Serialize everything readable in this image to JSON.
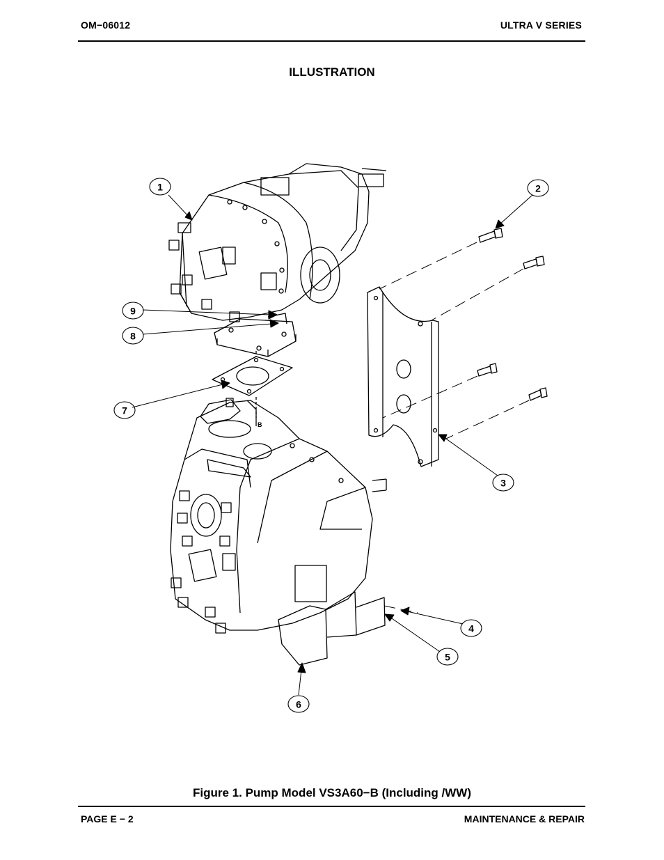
{
  "header": {
    "doc_number": "OM−06012",
    "series": "ULTRA V SERIES"
  },
  "section_title": "ILLUSTRATION",
  "callouts": [
    "1",
    "2",
    "3",
    "4",
    "5",
    "6",
    "7",
    "8",
    "9"
  ],
  "figure_caption": "Figure 1. Pump Model VS3A60−B (Including /WW)",
  "footer": {
    "page": "PAGE E − 2",
    "section": "MAINTENANCE & REPAIR"
  }
}
